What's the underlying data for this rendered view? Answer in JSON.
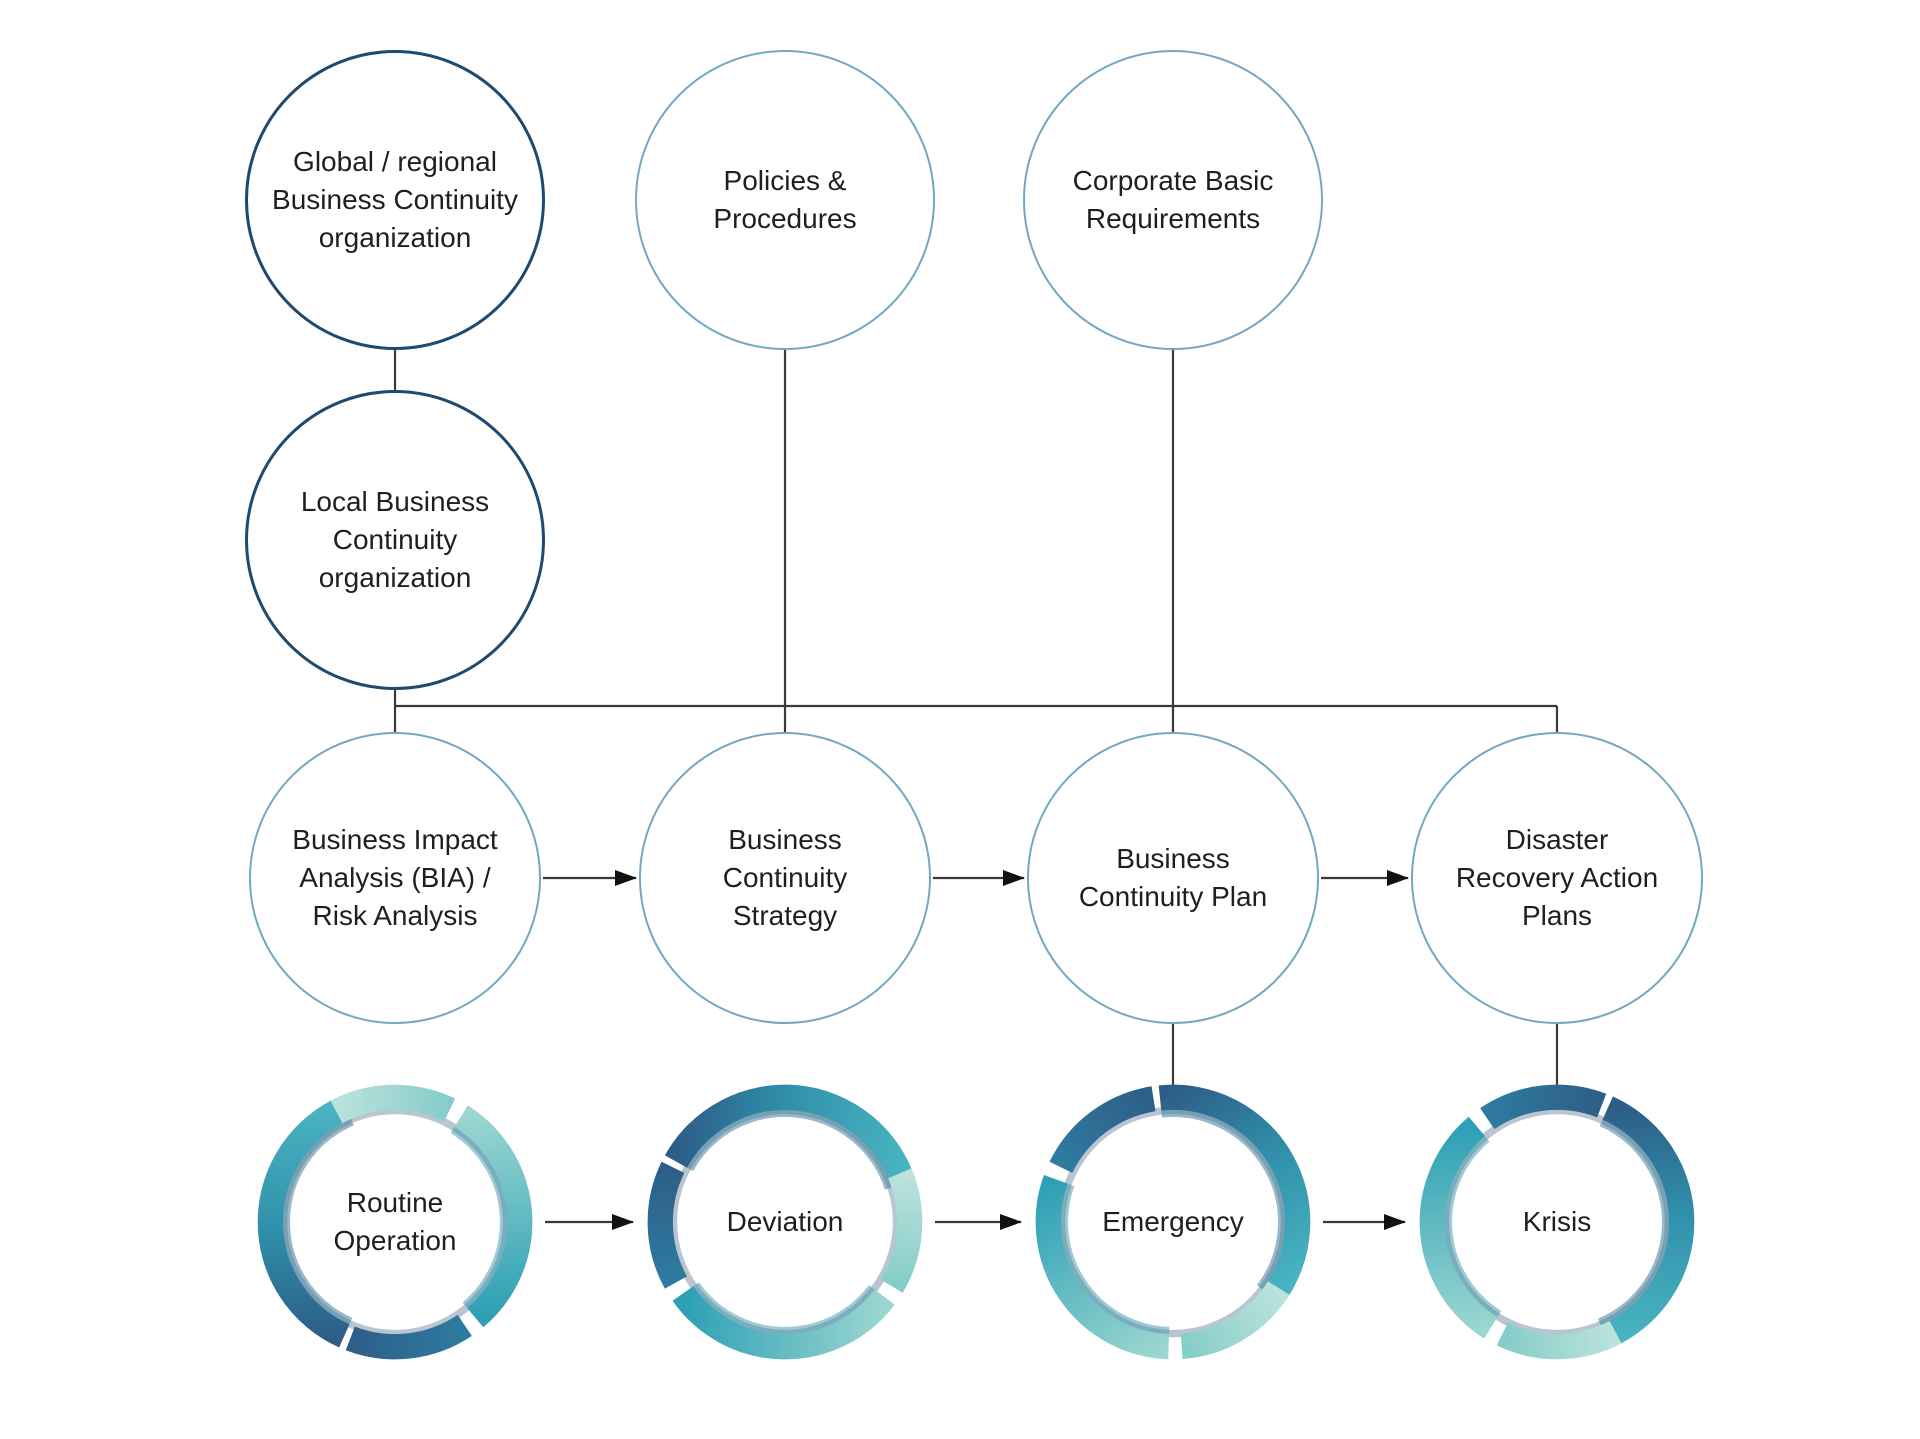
{
  "diagram": {
    "governance": {
      "global_org": "Global / regional Business Continuity organization",
      "local_org": "Local Business Continuity organization"
    },
    "frameworks": {
      "policies": "Policies & Procedures",
      "corporate": "Corporate Basic Requirements"
    },
    "planning_flow": [
      "Business Impact Analysis (BIA) / Risk Analysis",
      "Business Continuity Strategy",
      "Business Continuity Plan",
      "Disaster Recovery Action Plans"
    ],
    "operational_states": [
      "Routine Operation",
      "Deviation",
      "Emergency",
      "Krisis"
    ],
    "colors": {
      "background": "#ffffff",
      "navy_circle_border": "#1d4a6e",
      "blue_circle_border": "#74a7c2",
      "connector_line": "#3a3a3a",
      "arrowhead": "#111111",
      "text": "#1f1f1f",
      "ring_base_gray": "#b9c5d1",
      "ring_teal": "#2fa0b5",
      "ring_dark_blue": "#2d5e88",
      "ring_light_aqua": "#9bd6d1"
    }
  }
}
